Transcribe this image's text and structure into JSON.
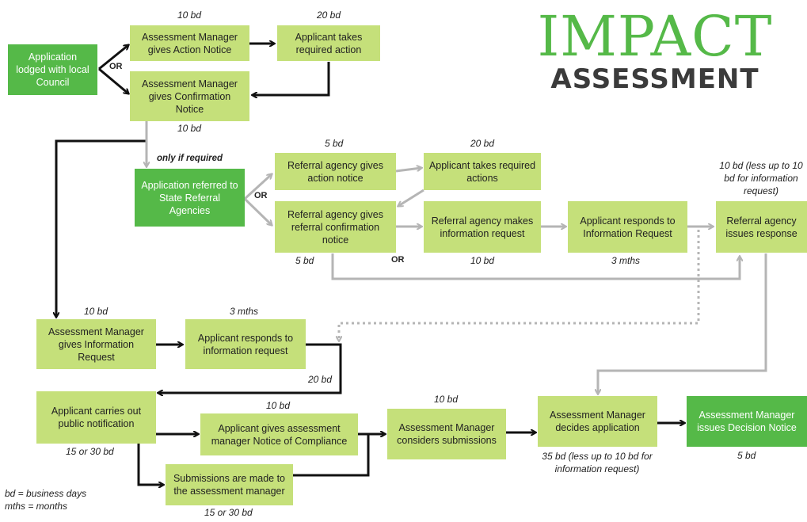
{
  "title": {
    "line1": "IMPACT",
    "line2": "ASSESSMENT"
  },
  "boxes": {
    "lodged": "Application lodged with local Council",
    "action_notice": "Assessment Manager gives Action Notice",
    "takes_action": "Applicant takes required action",
    "confirm_notice": "Assessment Manager gives Confirmation Notice",
    "referred": "Application referred to State Referral Agencies",
    "ra_action": "Referral agency gives action notice",
    "ra_takes": "Applicant takes required actions",
    "ra_confirm": "Referral agency gives referral confirmation notice",
    "ra_info": "Referral agency makes information request",
    "ra_responds": "Applicant responds to Information Request",
    "ra_response": "Referral agency issues response",
    "am_info": "Assessment Manager gives Information Request",
    "app_responds": "Applicant responds to information request",
    "public_notice": "Applicant carries out public notification",
    "compliance": "Applicant gives assessment manager Notice of Compliance",
    "submissions": "Submissions are made to the assessment manager",
    "considers": "Assessment Manager considers submissions",
    "decides": "Assessment Manager decides application",
    "decision": "Assessment Manager issues Decision Notice"
  },
  "labels": {
    "action_notice_time": "10 bd",
    "takes_action_time": "20 bd",
    "confirm_time": "10 bd",
    "or1": "OR",
    "only_if": "only if required",
    "or2": "OR",
    "ra_action_time": "5 bd",
    "ra_takes_time": "20 bd",
    "ra_response_time": "10 bd (less up to 10 bd for information request)",
    "ra_confirm_time": "5 bd",
    "or3": "OR",
    "ra_info_time": "10 bd",
    "ra_responds_time": "3 mths",
    "am_info_time": "10 bd",
    "app_responds_time": "3 mths",
    "response_to_public_time": "20 bd",
    "compliance_time": "10 bd",
    "considers_time": "10 bd",
    "public_time": "15 or 30 bd",
    "submissions_time": "15 or 30 bd",
    "decides_time": "35 bd (less up to 10 bd for information request)",
    "decision_time": "5 bd"
  },
  "legend": {
    "bd": "bd = business days",
    "mths": "mths = months"
  },
  "colors": {
    "light_green": "#c5e07a",
    "dark_green": "#55b948",
    "black_arrow": "#111111",
    "grey_arrow": "#b5b5b5"
  }
}
